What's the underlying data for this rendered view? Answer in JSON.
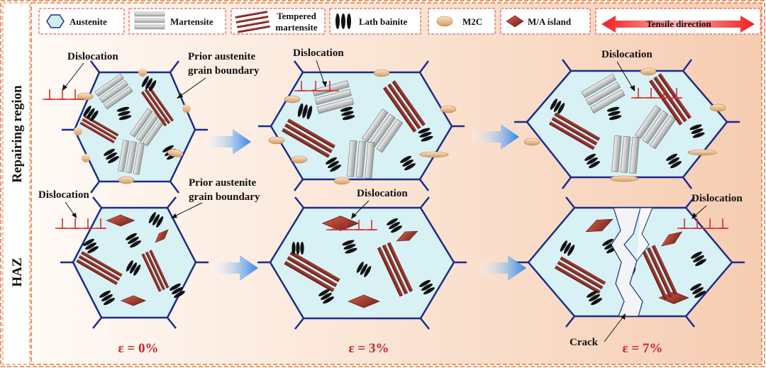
{
  "legend": {
    "austenite": "Austenite",
    "martensite": "Martensite",
    "tempered_martensite_line1": "Tempered",
    "tempered_martensite_line2": "martensite",
    "lath_bainite": "Lath bainite",
    "m2c": "M2C",
    "ma_island": "M/A island",
    "tensile_direction": "Tensile direction"
  },
  "rows": {
    "top": "Repairing region",
    "bottom": "HAZ"
  },
  "annotations": {
    "dislocation": "Dislocation",
    "prior_austenite_line1": "Prior austenite",
    "prior_austenite_line2": "grain boundary",
    "crack": "Crack"
  },
  "strains": [
    "ε = 0%",
    "ε = 3%",
    "ε = 7%"
  ],
  "colors": {
    "grain_fill": "#d8f1f4",
    "grain_boundary": "#1c2b8c",
    "tempered_martensite": "#8b2a23",
    "martensite": "#c7c7c7",
    "m2c": "#f2c59a",
    "ma_island": "#9e3a2e",
    "arrow": "#3d8fe0",
    "tensile_arrow": "#ee2b2b",
    "strain_text": "#c0282d",
    "frame": "#e07a3a"
  }
}
